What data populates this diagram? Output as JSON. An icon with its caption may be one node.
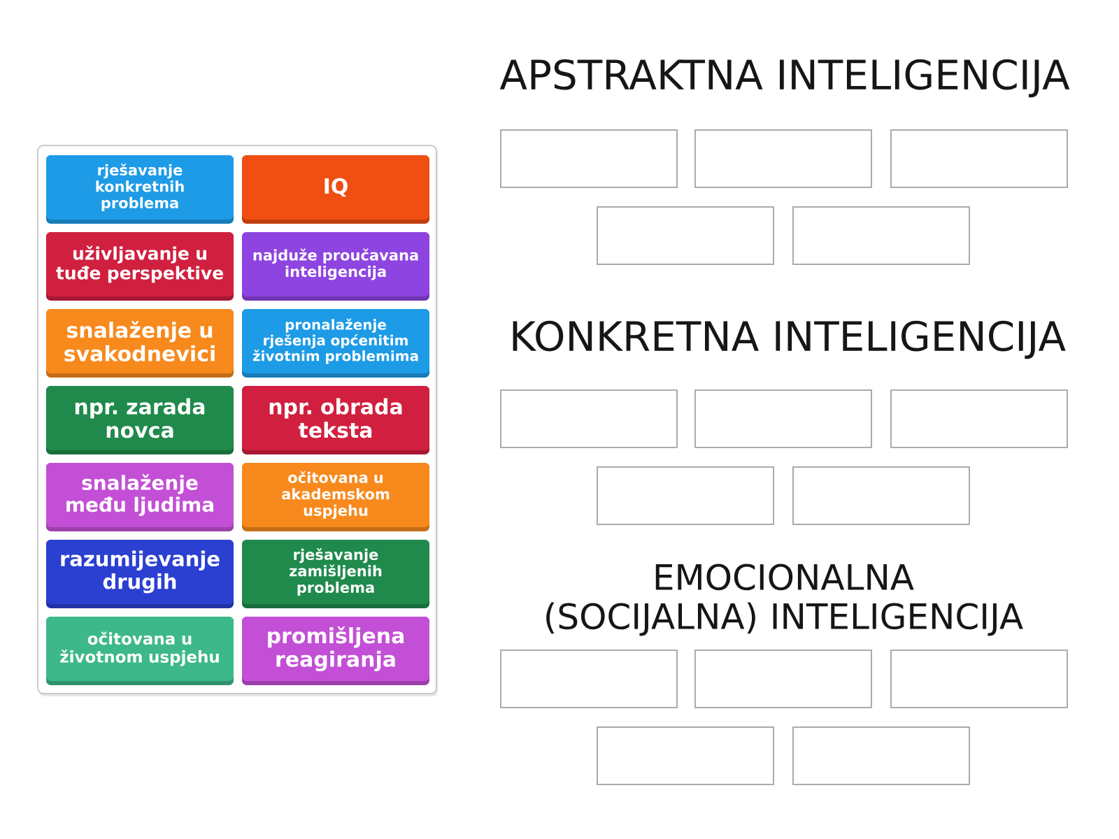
{
  "diagram": {
    "nodes": [
      {
        "text": [],
        "shape": "box"
      },
      {
        "text": [
          "rješavanje konkretnih problema"
        ],
        "in": 0
      },
      {
        "text": [
          "IQ"
        ],
        "in": 0
      },
      {
        "text": [
          "uživljavanje u tuđe perspektive"
        ],
        "in": 0
      },
      {
        "text": [
          "najduže proučavana inteligencija"
        ],
        "in": 0
      },
      {
        "text": [
          "snalaženje u svakodnevici"
        ],
        "in": 0
      },
      {
        "text": [
          "pronalaženje rješenja općenitim životnim problemima"
        ],
        "in": 0
      },
      {
        "text": [
          "npr. zarada novca"
        ],
        "in": 0
      },
      {
        "text": [
          "npr. obrada teksta"
        ],
        "in": 0
      },
      {
        "text": [
          "snalaženje među ljudima"
        ],
        "in": 0
      },
      {
        "text": [
          "očitovana u akademskom uspjehu"
        ],
        "in": 0
      },
      {
        "text": [
          "razumijevanje drugih"
        ],
        "in": 0
      },
      {
        "text": [
          "rješavanje zamišljenih problema"
        ],
        "in": 0
      },
      {
        "text": [
          "očitovana u životnom uspjehu"
        ],
        "in": 0
      },
      {
        "text": [
          "promišljena reagiranja"
        ],
        "in": 0
      },
      {
        "text": [],
        "shape": "box"
      },
      {
        "text": [],
        "shape": "box"
      },
      {
        "text": [],
        "shape": "box"
      },
      {
        "text": [],
        "shape": "box"
      },
      {
        "text": [],
        "shape": "box"
      },
      {
        "text": [],
        "shape": "box"
      },
      {
        "text": [],
        "shape": "box"
      },
      {
        "text": [],
        "shape": "box"
      },
      {
        "text": [],
        "shape": "box"
      },
      {
        "text": [],
        "shape": "box"
      },
      {
        "text": [],
        "shape": "box"
      },
      {
        "text": [],
        "shape": "box"
      },
      {
        "text": [],
        "shape": "box"
      },
      {
        "text": [],
        "shape": "box"
      },
      {
        "text": [],
        "shape": "box"
      }
    ],
    "labels": [
      "APSTRAKTNA INTELIGENCIJA",
      "KONKRETNA INTELIGENCIJA",
      "EMOCIONALNA (SOCIJALNA) INTELIGENCIJA"
    ]
  }
}
